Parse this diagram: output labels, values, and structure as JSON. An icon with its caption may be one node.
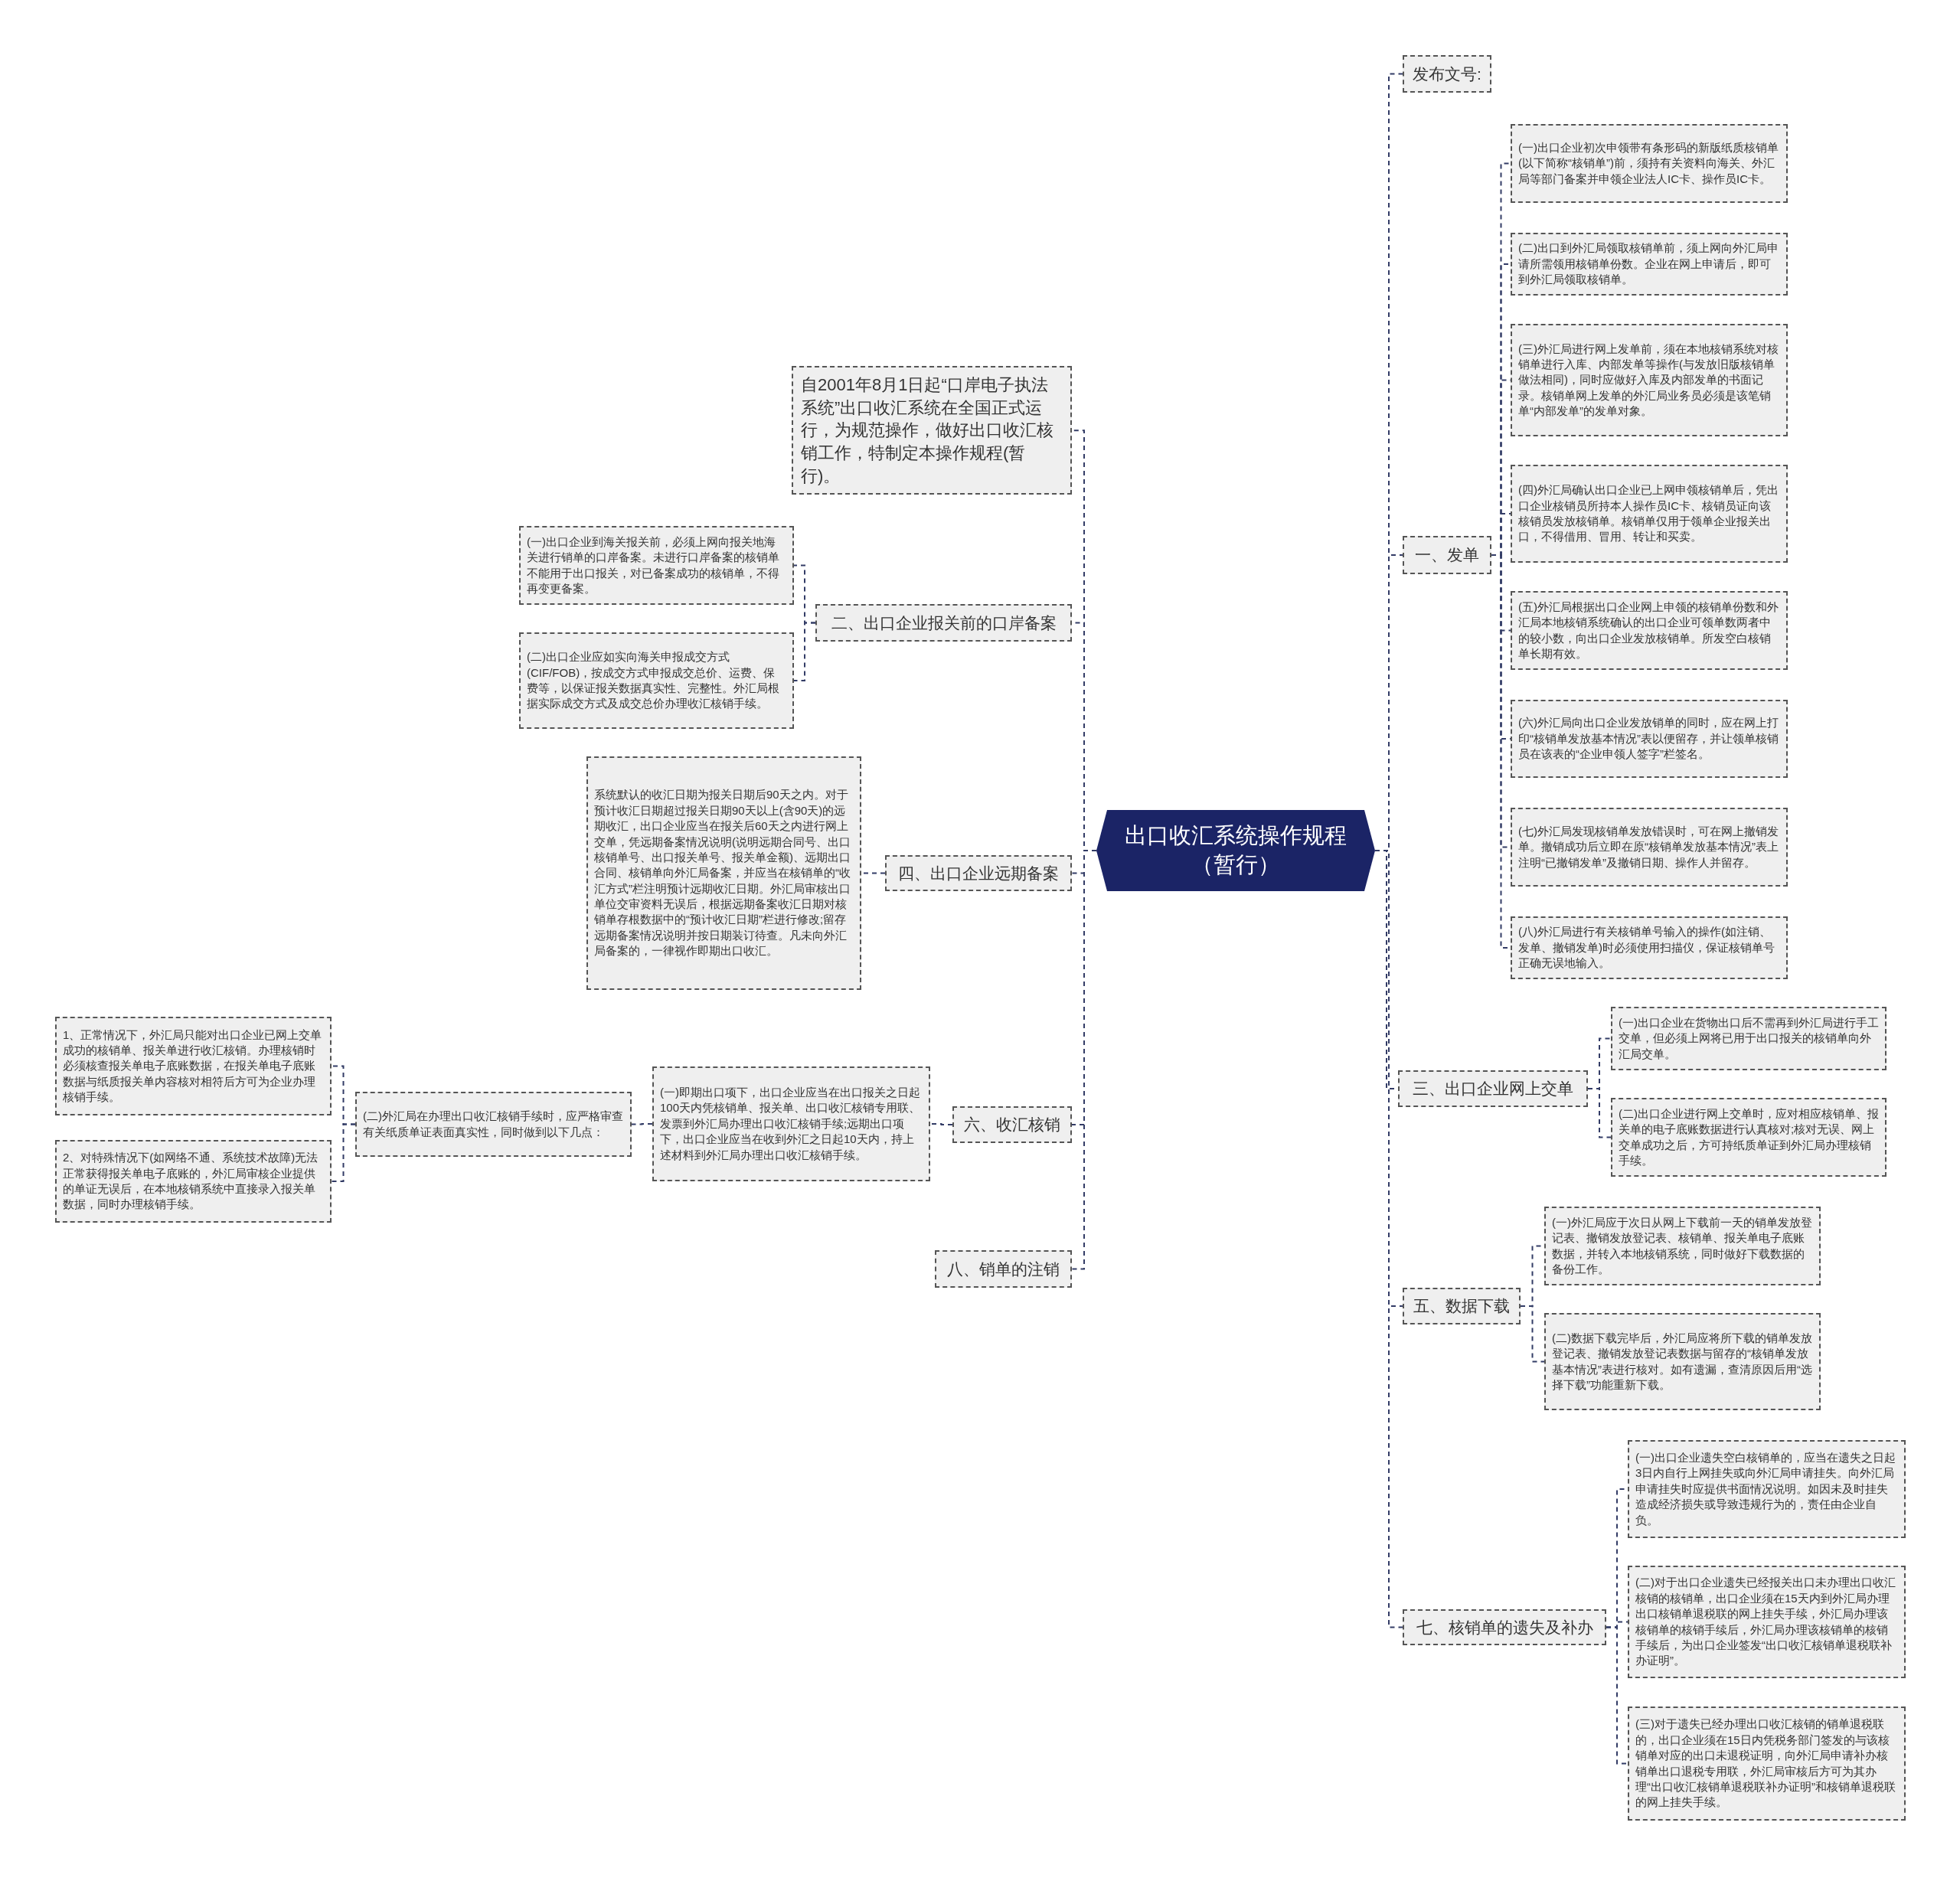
{
  "diagram": {
    "nodes": [
      {
        "text": [
          "出口收汇系统操作规程（暂行）"
        ]
      },
      {
        "text": [
          "自2001年8月1日起“口岸电子执法系统”出口收汇系统在全国正式运行，为规范操作，做好出口收汇核销工作，特制定本操作规程(暂行)。"
        ]
      },
      {
        "text": [
          "二、出口企业报关前的口岸备案"
        ]
      },
      {
        "text": [
          "(一)出口企业到海关报关前，必须上网向报关地海关进行销单的口岸备案。未进行口岸备案的核销单不能用于出口报关，对已备案成功的核销单，不得再变更备案。"
        ]
      },
      {
        "text": [
          "(二)出口企业应如实向海关申报成交方式(CIF/FOB)，按成交方式申报成交总价、运费、保费等，以保证报关数据真实性、完整性。外汇局根据实际成交方式及成交总价办理收汇核销手续。"
        ]
      },
      {
        "text": [
          "四、出口企业远期备案"
        ]
      },
      {
        "text": [
          "系统默认的收汇日期为报关日期后90天之内。对于预计收汇日期超过报关日期90天以上(含90天)的远期收汇，出口企业应当在报关后60天之内进行网上交单，凭远期备案情况说明(说明远期合同号、出口核销单号、出口报关单号、报关单金额)、远期出口合同、核销单向外汇局备案，并应当在核销单的“收汇方式”栏注明预计远期收汇日期。外汇局审核出口单位交审资料无误后，根据远期备案收汇日期对核销单存根数据中的“预计收汇日期”栏进行修改;留存远期备案情况说明并按日期装订待查。凡未向外汇局备案的，一律视作即期出口收汇。"
        ]
      },
      {
        "text": [
          "六、收汇核销"
        ]
      },
      {
        "text": [
          "(一)即期出口项下，出口企业应当在出口报关之日起100天内凭核销单、报关单、出口收汇核销专用联、发票到外汇局办理出口收汇核销手续;远期出口项下，出口企业应当在收到外汇之日起10天内，持上述材料到外汇局办理出口收汇核销手续。"
        ]
      },
      {
        "text": [
          "(二)外汇局在办理出口收汇核销手续时，应严格审查有关纸质单证表面真实性，同时做到以下几点："
        ]
      },
      {
        "text": [
          "1、正常情况下，外汇局只能对出口企业已网上交单成功的核销单、报关单进行收汇核销。办理核销时必须核查报关单电子底账数据，在报关单电子底账数据与纸质报关单内容核对相符后方可为企业办理核销手续。"
        ]
      },
      {
        "text": [
          "2、对特殊情况下(如网络不通、系统技术故障)无法正常获得报关单电子底账的，外汇局审核企业提供的单证无误后，在本地核销系统中直接录入报关单数据，同时办理核销手续。"
        ]
      },
      {
        "text": [
          "八、销单的注销"
        ]
      },
      {
        "text": [
          "发布文号:"
        ]
      },
      {
        "text": [
          "一、发单"
        ]
      },
      {
        "text": [
          "(一)出口企业初次申领带有条形码的新版纸质核销单(以下简称“核销单”)前，须持有关资料向海关、外汇局等部门备案并申领企业法人IC卡、操作员IC卡。"
        ]
      },
      {
        "text": [
          "(二)出口到外汇局领取核销单前，须上网向外汇局申请所需领用核销单份数。企业在网上申请后，即可到外汇局领取核销单。"
        ]
      },
      {
        "text": [
          "(三)外汇局进行网上发单前，须在本地核销系统对核销单进行入库、内部发单等操作(与发放旧版核销单做法相同)，同时应做好入库及内部发单的书面记录。核销单网上发单的外汇局业务员必须是该笔销单“内部发单”的发单对象。"
        ]
      },
      {
        "text": [
          "(四)外汇局确认出口企业已上网申领核销单后，凭出口企业核销员所持本人操作员IC卡、核销员证向该核销员发放核销单。核销单仅用于领单企业报关出口，不得借用、冒用、转让和买卖。"
        ]
      },
      {
        "text": [
          "(五)外汇局根据出口企业网上申领的核销单份数和外汇局本地核销系统确认的出口企业可领单数两者中的较小数，向出口企业发放核销单。所发空白核销单长期有效。"
        ]
      },
      {
        "text": [
          "(六)外汇局向出口企业发放销单的同时，应在网上打印“核销单发放基本情况”表以便留存，并让领单核销员在该表的“企业申领人签字”栏签名。"
        ]
      },
      {
        "text": [
          "(七)外汇局发现核销单发放错误时，可在网上撤销发单。撤销成功后立即在原“核销单发放基本情况”表上注明“已撤销发单”及撤销日期、操作人并留存。"
        ]
      },
      {
        "text": [
          "(八)外汇局进行有关核销单号输入的操作(如注销、发单、撤销发单)时必须使用扫描仪，保证核销单号正确无误地输入。"
        ]
      },
      {
        "text": [
          "三、出口企业网上交单"
        ]
      },
      {
        "text": [
          "(一)出口企业在货物出口后不需再到外汇局进行手工交单，但必须上网将已用于出口报关的核销单向外汇局交单。"
        ]
      },
      {
        "text": [
          "(二)出口企业进行网上交单时，应对相应核销单、报关单的电子底账数据进行认真核对;核对无误、网上交单成功之后，方可持纸质单证到外汇局办理核销手续。"
        ]
      },
      {
        "text": [
          "五、数据下载"
        ]
      },
      {
        "text": [
          "(一)外汇局应于次日从网上下载前一天的销单发放登记表、撤销发放登记表、核销单、报关单电子底账数据，并转入本地核销系统，同时做好下载数据的备份工作。"
        ]
      },
      {
        "text": [
          "(二)数据下载完毕后，外汇局应将所下载的销单发放登记表、撤销发放登记表数据与留存的“核销单发放基本情况”表进行核对。如有遗漏，查清原因后用“选择下载”功能重新下载。"
        ]
      },
      {
        "text": [
          "七、核销单的遗失及补办"
        ]
      },
      {
        "text": [
          "(一)出口企业遗失空白核销单的，应当在遗失之日起3日内自行上网挂失或向外汇局申请挂失。向外汇局申请挂失时应提供书面情况说明。如因未及时挂失造成经济损失或导致违规行为的，责任由企业自负。"
        ]
      },
      {
        "text": [
          "(二)对于出口企业遗失已经报关出口未办理出口收汇核销的核销单，出口企业须在15天内到外汇局办理出口核销单退税联的网上挂失手续，外汇局办理该核销单的核销手续后，外汇局办理该核销单的核销手续后，为出口企业签发“出口收汇核销单退税联补办证明”。"
        ]
      },
      {
        "text": [
          "(三)对于遗失已经办理出口收汇核销的销单退税联的，出口企业须在15日内凭税务部门签发的与该核销单对应的出口未退税证明，向外汇局申请补办核销单出口退税专用联，外汇局审核后方可为其办理“出口收汇核销单退税联补办证明”和核销单退税联的网上挂失手续。"
        ]
      }
    ],
    "edges": [
      {
        "from": 0,
        "to": 1,
        "arrow": "none"
      },
      {
        "from": 0,
        "to": 2,
        "arrow": "none"
      },
      {
        "from": 2,
        "to": 3,
        "arrow": "none"
      },
      {
        "from": 2,
        "to": 4,
        "arrow": "none"
      },
      {
        "from": 0,
        "to": 5,
        "arrow": "none"
      },
      {
        "from": 5,
        "to": 6,
        "arrow": "none"
      },
      {
        "from": 0,
        "to": 7,
        "arrow": "none"
      },
      {
        "from": 7,
        "to": 8,
        "arrow": "none"
      },
      {
        "from": 8,
        "to": 9,
        "arrow": "none"
      },
      {
        "from": 9,
        "to": 10,
        "arrow": "none"
      },
      {
        "from": 9,
        "to": 11,
        "arrow": "none"
      },
      {
        "from": 0,
        "to": 12,
        "arrow": "none"
      },
      {
        "from": 0,
        "to": 13,
        "arrow": "none"
      },
      {
        "from": 0,
        "to": 14,
        "arrow": "none"
      },
      {
        "from": 14,
        "to": 15,
        "arrow": "none"
      },
      {
        "from": 14,
        "to": 16,
        "arrow": "none"
      },
      {
        "from": 14,
        "to": 17,
        "arrow": "none"
      },
      {
        "from": 14,
        "to": 18,
        "arrow": "none"
      },
      {
        "from": 14,
        "to": 19,
        "arrow": "none"
      },
      {
        "from": 14,
        "to": 20,
        "arrow": "none"
      },
      {
        "from": 14,
        "to": 21,
        "arrow": "none"
      },
      {
        "from": 14,
        "to": 22,
        "arrow": "none"
      },
      {
        "from": 0,
        "to": 23,
        "arrow": "none"
      },
      {
        "from": 23,
        "to": 24,
        "arrow": "none"
      },
      {
        "from": 23,
        "to": 25,
        "arrow": "none"
      },
      {
        "from": 0,
        "to": 26,
        "arrow": "none"
      },
      {
        "from": 26,
        "to": 27,
        "arrow": "none"
      },
      {
        "from": 26,
        "to": 28,
        "arrow": "none"
      },
      {
        "from": 0,
        "to": 29,
        "arrow": "none"
      },
      {
        "from": 29,
        "to": 30,
        "arrow": "none"
      },
      {
        "from": 29,
        "to": 31,
        "arrow": "none"
      },
      {
        "from": 29,
        "to": 32,
        "arrow": "none"
      }
    ]
  }
}
